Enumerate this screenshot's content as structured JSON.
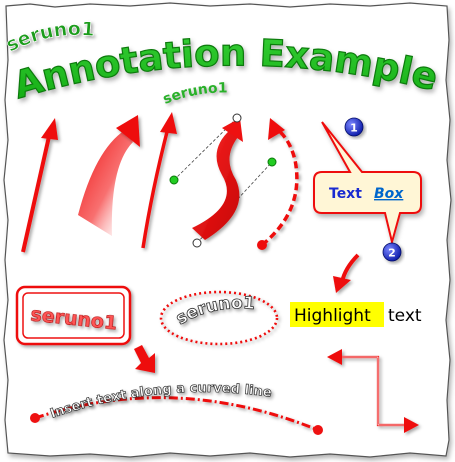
{
  "header": {
    "logo_text": "seruno1",
    "title": "Annotation Examples",
    "subtitle": "seruno1"
  },
  "callout": {
    "text_plain": "Text",
    "text_link": "Box",
    "marker_1": "1",
    "marker_2": "2"
  },
  "highlight": {
    "word": "Highlight",
    "rest": "text"
  },
  "stamps": {
    "rect_label": "seruno1",
    "ellipse_label": "seruno1"
  },
  "curved_text": {
    "label": "Insert text along a curved line"
  },
  "colors": {
    "accent_red": "#ee1111",
    "title_green": "#22cc22",
    "callout_fill": "#fff6d6",
    "highlight_yellow": "#ffff00",
    "marker_blue": "#1a2bd1",
    "link_blue": "#0066cc"
  }
}
